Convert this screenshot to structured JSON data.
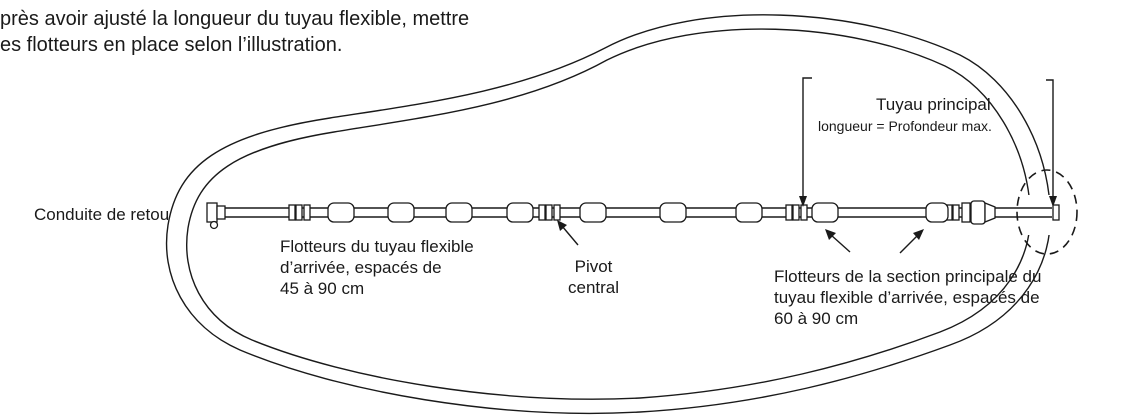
{
  "instructions": {
    "line1": "près avoir ajusté la longueur du tuyau flexible, mettre",
    "line2": "es flotteurs en place selon l’illustration."
  },
  "labels": {
    "return_line": "Conduite de retou",
    "main_hose_title": "Tuyau principal",
    "main_hose_length": "longueur = Profondeur max.",
    "inlet_floats_line1": "Flotteurs du tuyau flexible",
    "inlet_floats_line2": "d’arrivée, espacés de",
    "inlet_floats_line3": "45 à 90 cm",
    "pivot_line1": "Pivot",
    "pivot_line2": "central",
    "main_section_floats_line1": "Flotteurs de la section principale du",
    "main_section_floats_line2": "tuyau flexible d’arrivée, espacés de",
    "main_section_floats_line3": "60 à 90 cm"
  }
}
